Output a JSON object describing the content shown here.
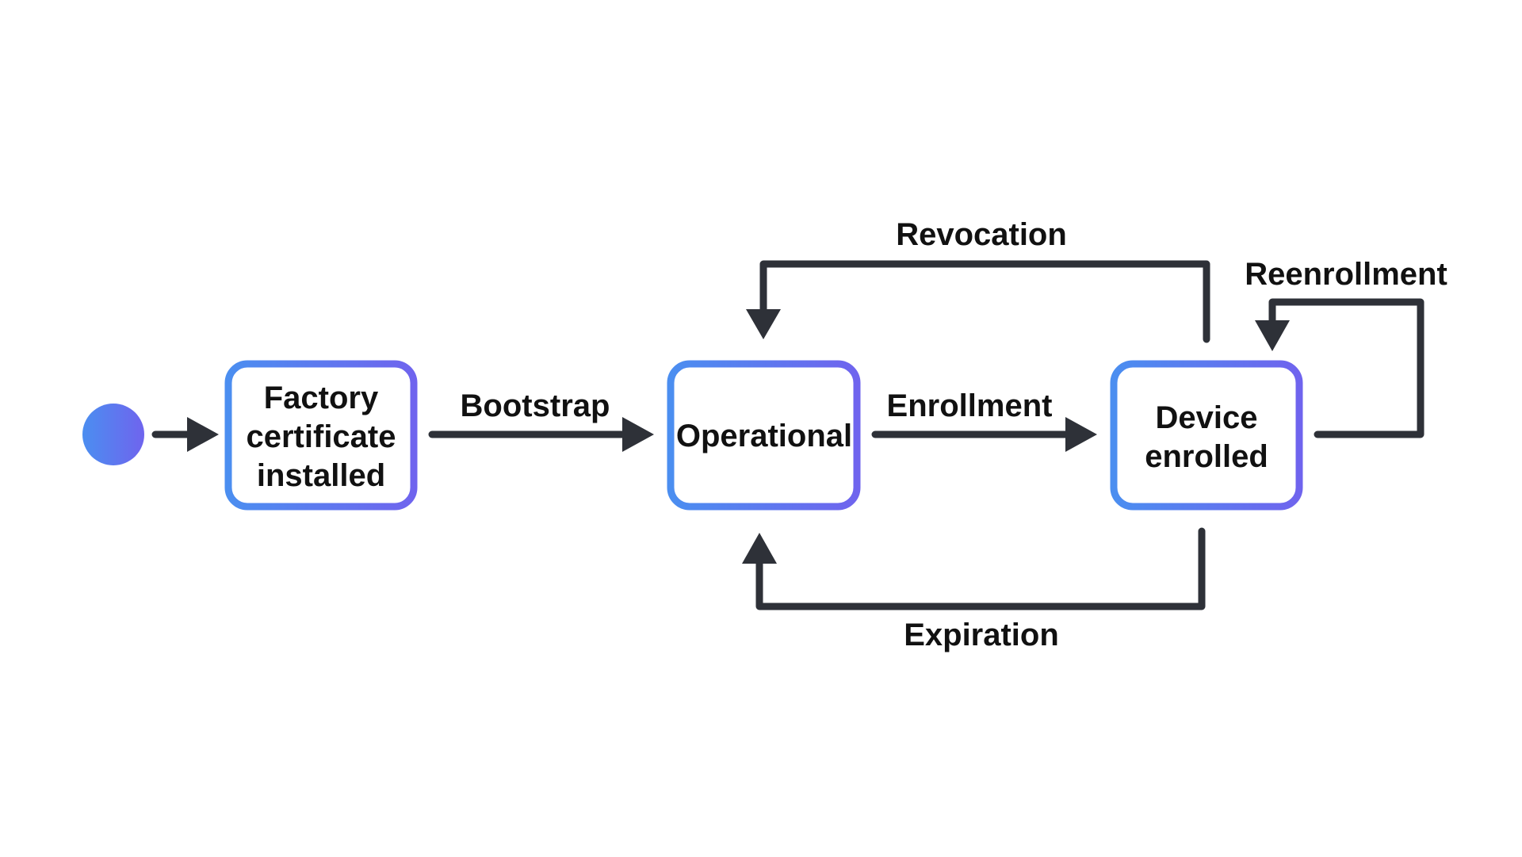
{
  "colors": {
    "background": "#ffffff",
    "line": "#2e3138",
    "text": "#111111",
    "gradient_start": "#4b8ef0",
    "gradient_end": "#6f64ee"
  },
  "states": {
    "factory": {
      "lines": [
        "Factory",
        "certificate",
        "installed"
      ]
    },
    "operational": {
      "lines": [
        "Operational"
      ]
    },
    "enrolled": {
      "lines": [
        "Device",
        "enrolled"
      ]
    }
  },
  "transitions": {
    "bootstrap": "Bootstrap",
    "enrollment": "Enrollment",
    "revocation": "Revocation",
    "reenrollment": "Reenrollment",
    "expiration": "Expiration"
  }
}
